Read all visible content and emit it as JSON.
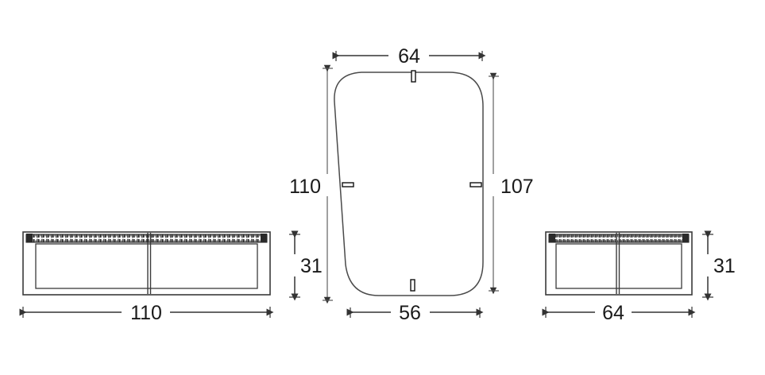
{
  "drawing": {
    "type": "technical-dimension-drawing",
    "background_color": "#ffffff",
    "line_color": "#333333",
    "text_color": "#1a1a1a",
    "units_note": "",
    "views": [
      {
        "id": "left-elevation",
        "name": "left-elevation-view",
        "dimensions": {
          "width_label": "110",
          "height_label": "31"
        }
      },
      {
        "id": "center-plan",
        "name": "center-plan-view",
        "dimensions": {
          "top_label": "64",
          "bottom_label": "56",
          "left_label": "110",
          "right_label": "107"
        }
      },
      {
        "id": "right-elevation",
        "name": "right-elevation-view",
        "dimensions": {
          "width_label": "64",
          "height_label": "31"
        }
      }
    ],
    "labels": {
      "left_width": "110",
      "left_height": "31",
      "plan_top": "64",
      "plan_bottom": "56",
      "plan_left": "110",
      "plan_right": "107",
      "right_width": "64",
      "right_height": "31"
    }
  }
}
